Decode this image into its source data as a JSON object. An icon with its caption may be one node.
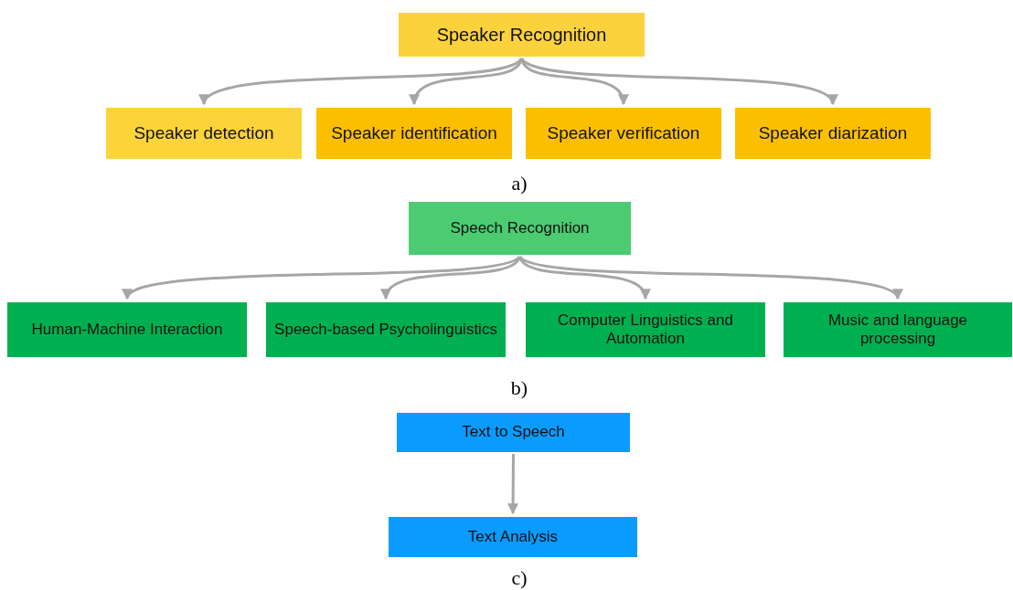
{
  "diagram": {
    "nodes": [
      {
        "text": [
          "Speaker Recognition"
        ]
      },
      {
        "text": [
          "Speaker detection"
        ]
      },
      {
        "text": [
          "Speaker identification"
        ]
      },
      {
        "text": [
          "Speaker verification"
        ]
      },
      {
        "text": [
          "Speaker diarization"
        ]
      },
      {
        "text": [
          "Speech Recognition"
        ]
      },
      {
        "text": [
          "Human-Machine Interaction"
        ]
      },
      {
        "text": [
          "Speech-based Psycholinguistics"
        ]
      },
      {
        "text": [
          "Computer Linguistics and Automation"
        ]
      },
      {
        "text": [
          "Music and language processing"
        ]
      },
      {
        "text": [
          "Text to Speech"
        ]
      },
      {
        "text": [
          "Text Analysis"
        ]
      }
    ],
    "edges": [
      {
        "from": 0,
        "to": 1,
        "arrow": "to"
      },
      {
        "from": 0,
        "to": 2,
        "arrow": "to"
      },
      {
        "from": 0,
        "to": 3,
        "arrow": "to"
      },
      {
        "from": 0,
        "to": 4,
        "arrow": "to"
      },
      {
        "from": 5,
        "to": 6,
        "arrow": "to"
      },
      {
        "from": 5,
        "to": 7,
        "arrow": "to"
      },
      {
        "from": 5,
        "to": 8,
        "arrow": "to"
      },
      {
        "from": 5,
        "to": 9,
        "arrow": "to"
      },
      {
        "from": 10,
        "to": 11,
        "arrow": "to"
      }
    ],
    "labels": [
      "a)",
      "b)",
      "c)"
    ]
  }
}
